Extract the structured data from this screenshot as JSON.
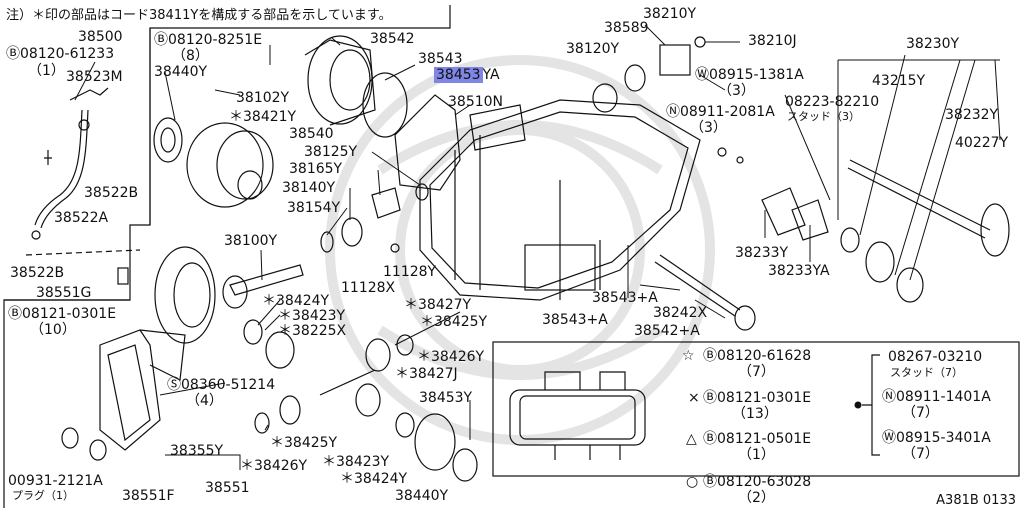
{
  "header": {
    "note": "注）＊印の部品はコード38411Yを構成する部品を示しています。"
  },
  "diagram_code": "A381B 0133",
  "highlighted_part": "38453YA",
  "colors": {
    "highlight": "#7f86e6",
    "line": "#111111",
    "watermark": "#e4e4e4"
  },
  "labels": {
    "p38500": "38500",
    "b08120_61233": "Ⓑ08120-61233",
    "b08120_61233_qty": "（1）",
    "p38523m": "38523M",
    "p38522b_1": "38522B",
    "p38522a": "38522A",
    "p38522b_2": "38522B",
    "p38551g": "38551G",
    "b08120_8251e": "Ⓑ08120-8251E",
    "b08120_8251e_qty": "（8）",
    "p38440y_top": "38440Y",
    "p38102y": "38102Y",
    "p38421y": "＊38421Y",
    "p38540": "38540",
    "p38542": "38542",
    "p38543": "38543",
    "p38453ya": "38453",
    "p38453ya_suffix": "YA",
    "p38510n": "38510N",
    "p38125y": "38125Y",
    "p38165y": "38165Y",
    "p38140y": "38140Y",
    "p38154y": "38154Y",
    "p38100y": "38100Y",
    "p11128x": "11128X",
    "p11128y": "11128Y",
    "p38210y": "38210Y",
    "p38589": "38589",
    "p38120y": "38120Y",
    "p38210j": "38210J",
    "w08915_1381a": "Ⓦ08915-1381A",
    "w08915_1381a_qty": "（3）",
    "n08911_2081a": "Ⓝ08911-2081A",
    "n08911_2081a_qty": "（3）",
    "p08223_82210": "08223-82210",
    "stud3": "スタッド（3）",
    "p38230y": "38230Y",
    "p43215y": "43215Y",
    "p38232y": "38232Y",
    "p40227y": "40227Y",
    "p38233y": "38233Y",
    "p38233ya": "38233YA",
    "p38543a_1": "38543+A",
    "p38242x": "38242X",
    "p38543a_2": "38543+A",
    "p38542a": "38542+A",
    "b08121_0301e": "Ⓑ08121-0301E",
    "b08121_0301e_qty": "（10）",
    "p38424y_1": "＊38424Y",
    "p38423y_1": "＊38423Y",
    "p38225x": "＊38225X",
    "p38427y": "＊38427Y",
    "p38425y_1": "＊38425Y",
    "p38426y_1": "＊38426Y",
    "p38427j": "＊38427J",
    "s08360_51214": "Ⓢ08360-51214",
    "s08360_51214_qty": "（4）",
    "p38453y": "38453Y",
    "p38425y_2": "＊38425Y",
    "p38355y": "38355Y",
    "p38426y_2": "＊38426Y",
    "p38423y_2": "＊38423Y",
    "p00931_2121a": "00931-2121A",
    "plug1": "プラグ（1）",
    "p38551f": "38551F",
    "p38551": "38551",
    "p38424y_2": "＊38424Y",
    "p38440y_bot": "38440Y"
  },
  "legend": {
    "items": [
      {
        "symbol": "☆",
        "part": "Ⓑ08120-61628",
        "qty": "（7）"
      },
      {
        "symbol": "×",
        "part": "Ⓑ08121-0301E",
        "qty": "（13）"
      },
      {
        "symbol": "△",
        "part": "Ⓑ08121-0501E",
        "qty": "（1）"
      },
      {
        "symbol": "○",
        "part": "Ⓑ08120-63028",
        "qty": "（2）"
      },
      {
        "symbol": "●",
        "part": "08267-03210",
        "qty": "スタッド（7）"
      },
      {
        "symbol": "",
        "part": "Ⓝ08911-1401A",
        "qty": "（7）"
      },
      {
        "symbol": "",
        "part": "Ⓦ08915-3401A",
        "qty": "（7）"
      }
    ]
  }
}
